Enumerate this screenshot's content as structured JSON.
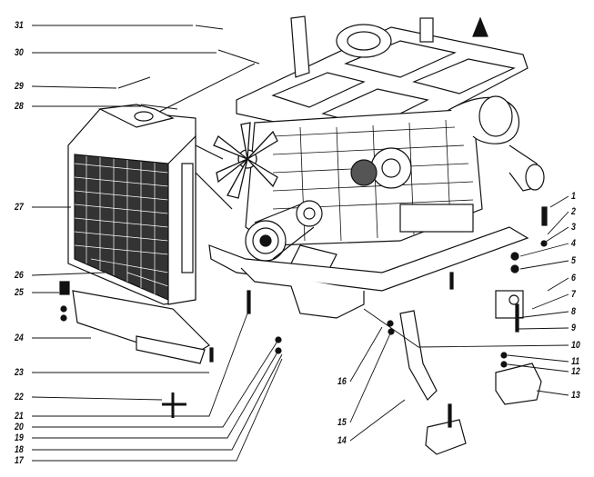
{
  "diagram": {
    "title": "",
    "callouts": [
      "1",
      "2",
      "3",
      "4",
      "5",
      "6",
      "7",
      "8",
      "9",
      "10",
      "11",
      "12",
      "13",
      "14",
      "15",
      "16",
      "17",
      "18",
      "19",
      "20",
      "21",
      "22",
      "23",
      "24",
      "25",
      "26",
      "27",
      "28",
      "29",
      "30",
      "31"
    ]
  }
}
